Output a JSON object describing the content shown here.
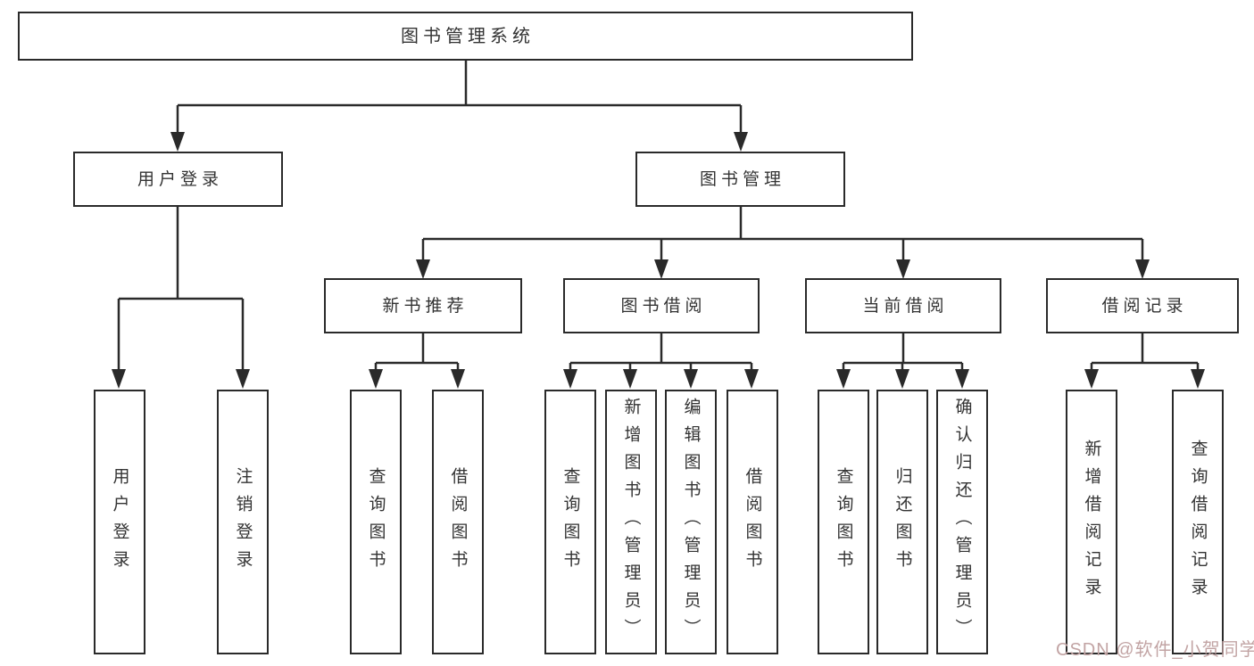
{
  "diagram": {
    "title": "图书管理系统",
    "root": {
      "label": "图书管理系统"
    },
    "branches": [
      {
        "label": "用户登录"
      },
      {
        "label": "图书管理"
      }
    ],
    "login_children": [
      {
        "label": "用户登录"
      },
      {
        "label": "注销登录"
      }
    ],
    "modules": [
      {
        "label": "新书推荐"
      },
      {
        "label": "图书借阅"
      },
      {
        "label": "当前借阅"
      },
      {
        "label": "借阅记录"
      }
    ],
    "new_book_children": [
      {
        "label": "查询图书"
      },
      {
        "label": "借阅图书"
      }
    ],
    "book_borrow_children": [
      {
        "label": "查询图书"
      },
      {
        "label": "新增图书（管理员）"
      },
      {
        "label": "编辑图书（管理员）"
      },
      {
        "label": "借阅图书"
      }
    ],
    "current_borrow_children": [
      {
        "label": "查询图书"
      },
      {
        "label": "归还图书"
      },
      {
        "label": "确认归还（管理员）"
      }
    ],
    "record_children": [
      {
        "label": "新增借阅记录"
      },
      {
        "label": "查询借阅记录"
      }
    ]
  },
  "watermark": {
    "text": "CSDN @软件_小贺同学",
    "color": "#c2a4a4"
  },
  "colors": {
    "line": "#2a2a2a",
    "box_border": "#2a2a2a",
    "text": "#333333",
    "background": "#ffffff"
  }
}
